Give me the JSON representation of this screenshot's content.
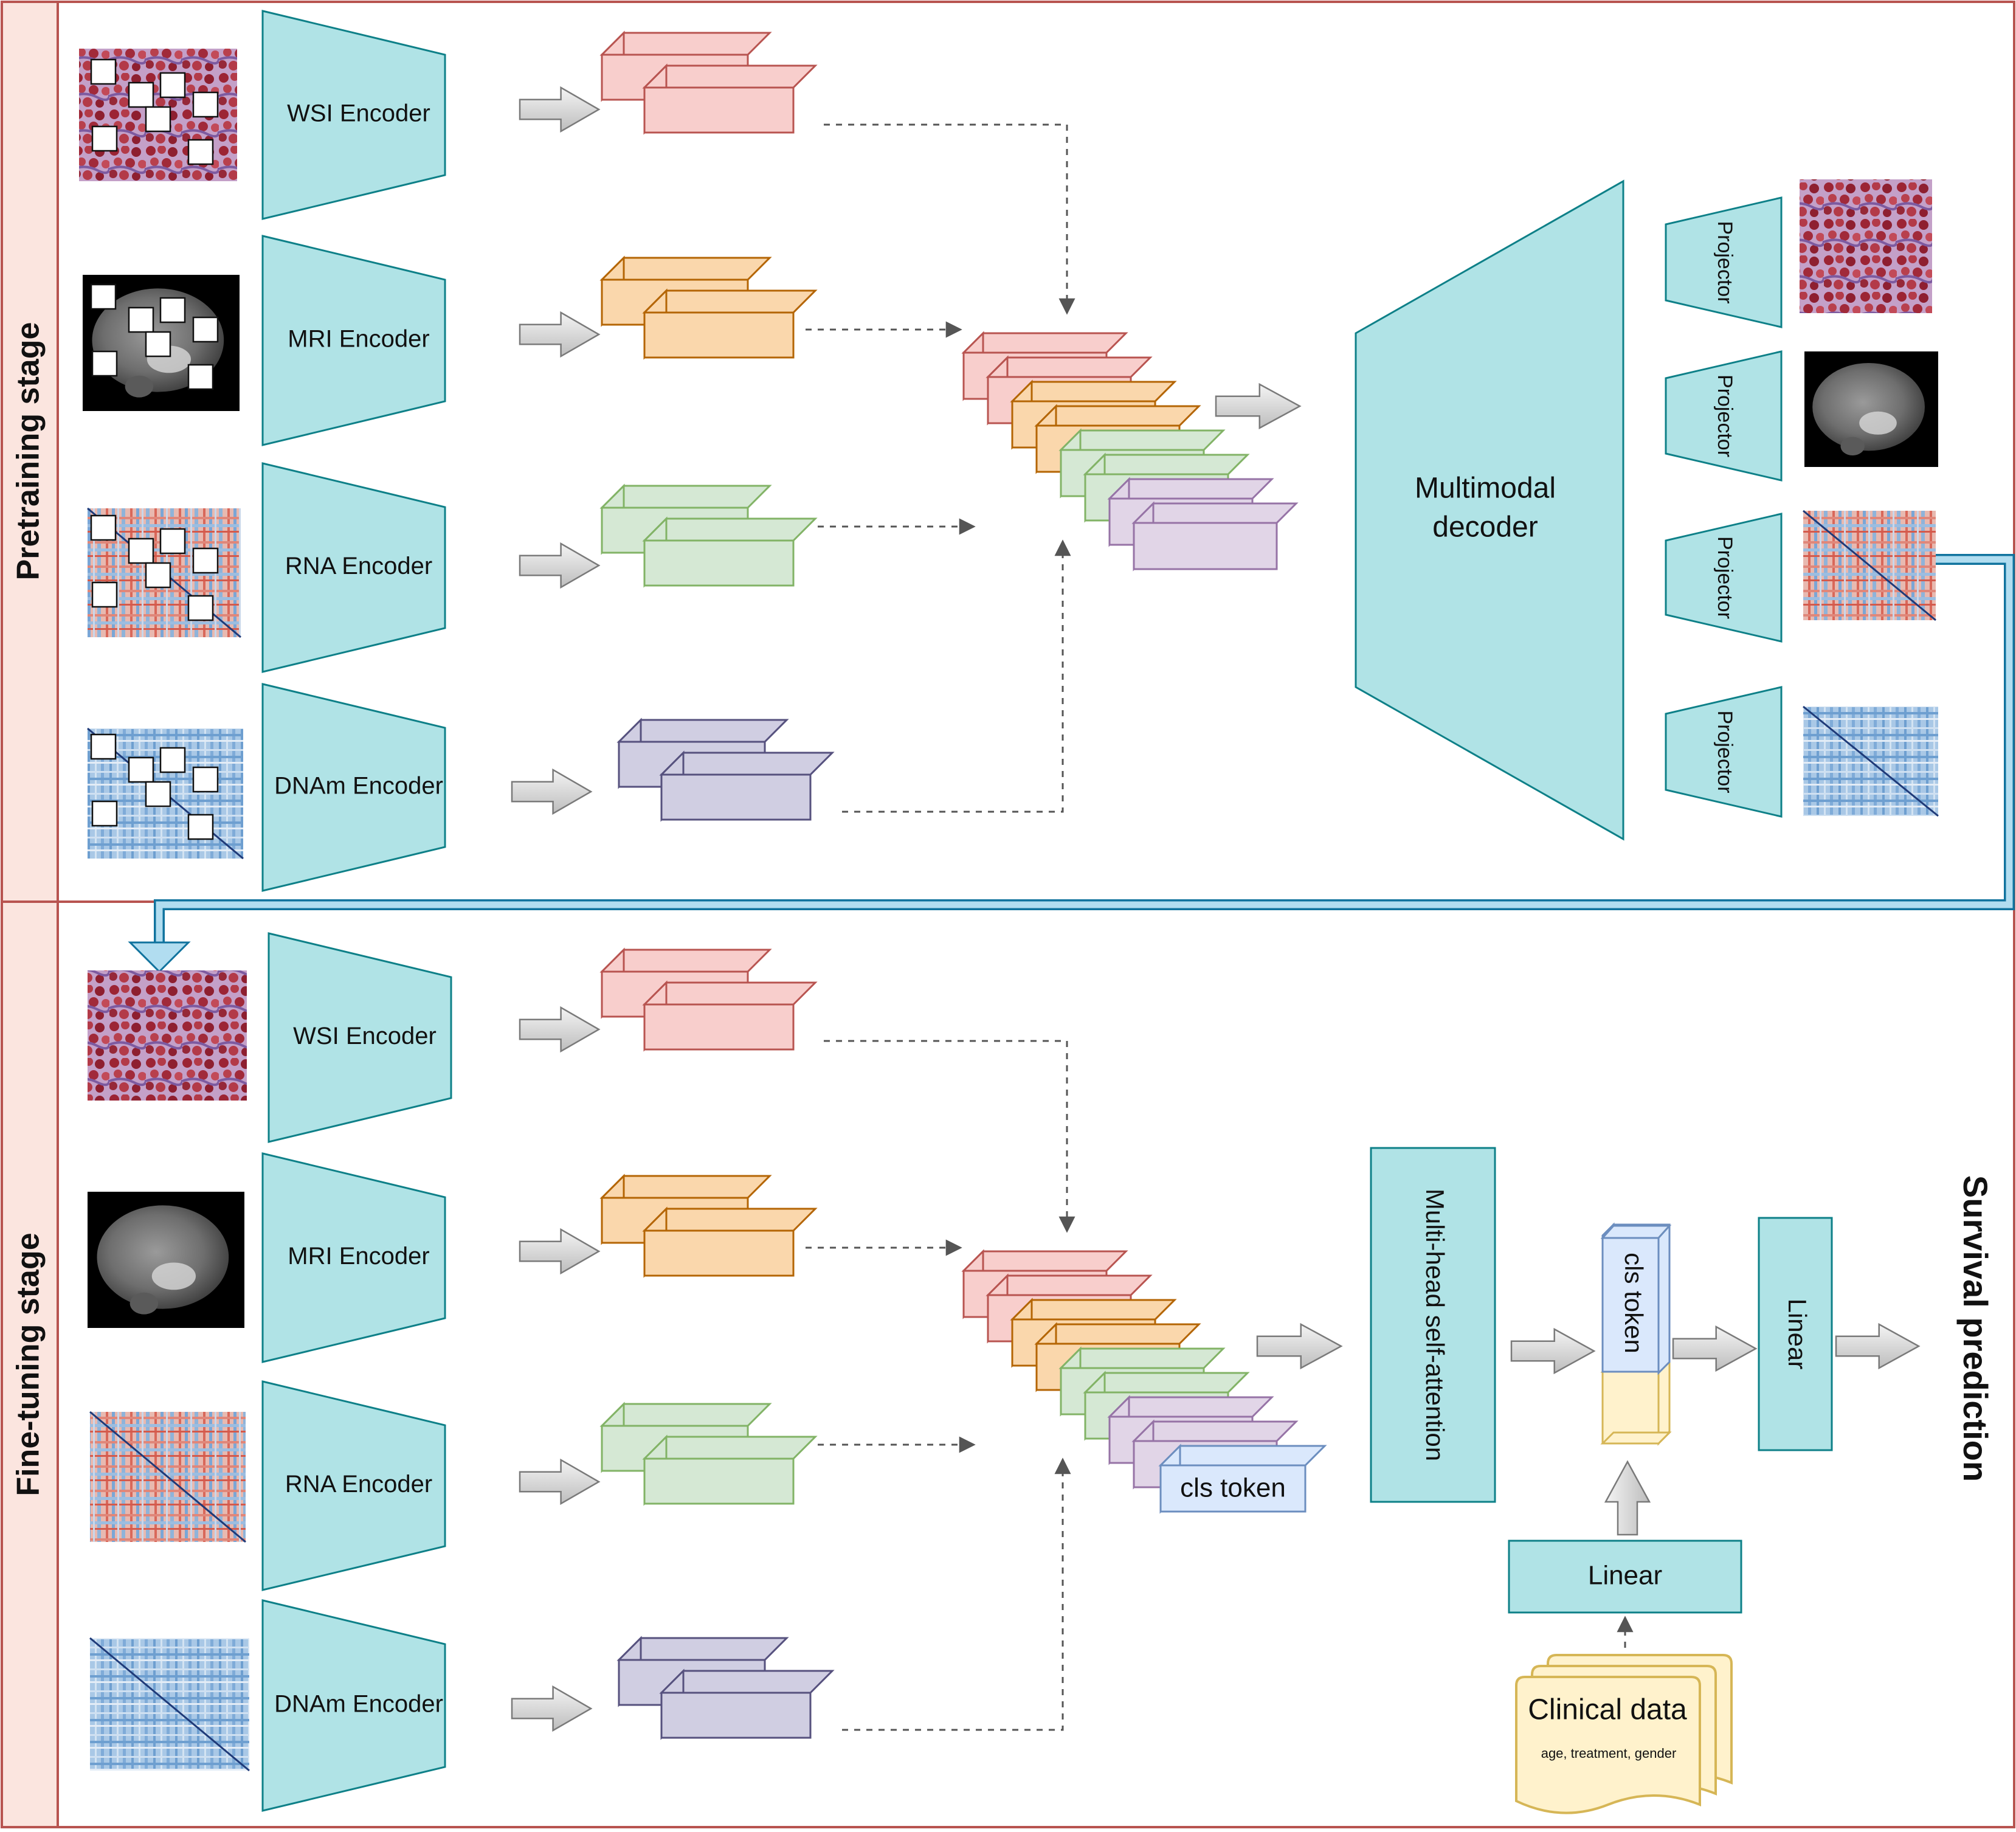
{
  "stages": {
    "pretraining_label": "Pretraining stage",
    "finetuning_label": "Fine-tuning stage"
  },
  "encoders": {
    "wsi": "WSI Encoder",
    "mri": "MRI Encoder",
    "rna": "RNA Encoder",
    "dnam": "DNAm Encoder"
  },
  "decoder": {
    "line1": "Multimodal",
    "line2": "decoder"
  },
  "projector_label": "Projector",
  "finetune": {
    "cls_token": "cls token",
    "mhsa": "Multi-head self-attention",
    "linear": "Linear",
    "output": "Survival prediction",
    "clinical_title": "Clinical data",
    "clinical_sub": "age, treatment, gender"
  },
  "colors": {
    "border": "#b85450",
    "stage_bg": "#fbe5df",
    "teal": "#b0e3e6",
    "teal_stroke": "#0e8088",
    "wsi": "#f8cecc",
    "wsi_stroke": "#b85450",
    "mri": "#fad7ac",
    "mri_stroke": "#b46504",
    "rna": "#d5e8d4",
    "rna_stroke": "#82b366",
    "dnam": "#d0cee2",
    "dnam_stroke": "#56517e",
    "purple": "#e1d5e7",
    "purple_stroke": "#9673a6",
    "cls": "#dae8fc",
    "cls_stroke": "#6c8ebf",
    "clinical": "#fff2cc",
    "clinical_stroke": "#d6b656",
    "arrow_fill": "#d0d0d0",
    "pipe": "#b1ddf0",
    "pipe_stroke": "#10739e"
  }
}
